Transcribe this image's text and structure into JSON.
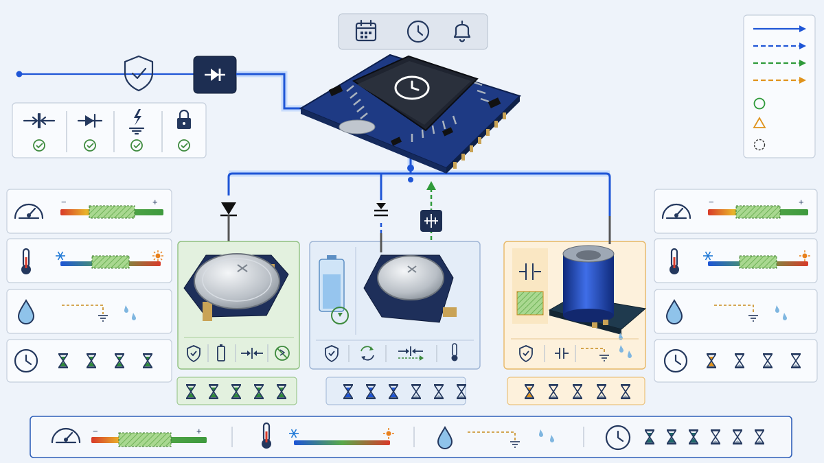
{
  "header_icons": [
    "calendar-icon",
    "clock-icon",
    "bell-icon"
  ],
  "protection_icons": [
    "compress-arrows-icon",
    "diode-icon",
    "surge-ground-icon",
    "lock-icon"
  ],
  "legend": {
    "lines": [
      {
        "style": "solid",
        "color": "#1e55d6"
      },
      {
        "style": "dashed",
        "color": "#1e55d6"
      },
      {
        "style": "dashed",
        "color": "#2f9a3a"
      },
      {
        "style": "dashed",
        "color": "#e0931c"
      }
    ],
    "markers": [
      {
        "shape": "circle",
        "color": "#2f9a3a"
      },
      {
        "shape": "triangle",
        "color": "#e0931c"
      },
      {
        "shape": "dashed-circle",
        "color": "#333333"
      }
    ]
  },
  "condition_panel": {
    "minus": "−",
    "plus": "+"
  },
  "bottom_bar": {
    "minus": "−",
    "plus": "+"
  },
  "colors": {
    "primary": "#1e55d6",
    "navy": "#24385e",
    "green": "#3d8a3d",
    "orange": "#e0931c",
    "red": "#d83a2a",
    "panel": "#f9fbfe",
    "green_tint": "#e3f1df",
    "blue_tint": "#e4edf8",
    "orange_tint": "#fdf1dc"
  },
  "modules": [
    {
      "name": "coin-cell",
      "accent": "#3d8a3d",
      "hourglass_color": "#2f8a3a",
      "hourglass_filled": 5,
      "hourglass_total": 5
    },
    {
      "name": "coin-cell-charging",
      "accent": "#1e55d6",
      "hourglass_color": "#1e55d6",
      "hourglass_filled": 3,
      "hourglass_total": 6
    },
    {
      "name": "supercap",
      "accent": "#e0931c",
      "hourglass_color": "#e0931c",
      "hourglass_filled": 1,
      "hourglass_total": 5
    }
  ],
  "left_lifetime": {
    "hourglass_color": "#2f8a3a",
    "hourglass_filled": 4,
    "hourglass_total": 4
  },
  "right_lifetime": {
    "hourglass_color": "#e0931c",
    "hourglass_filled": 1,
    "hourglass_total": 4
  },
  "bottom_lifetime": {
    "hourglass_color": "#1f6a6a",
    "hourglass_filled": 3,
    "hourglass_total": 6
  }
}
